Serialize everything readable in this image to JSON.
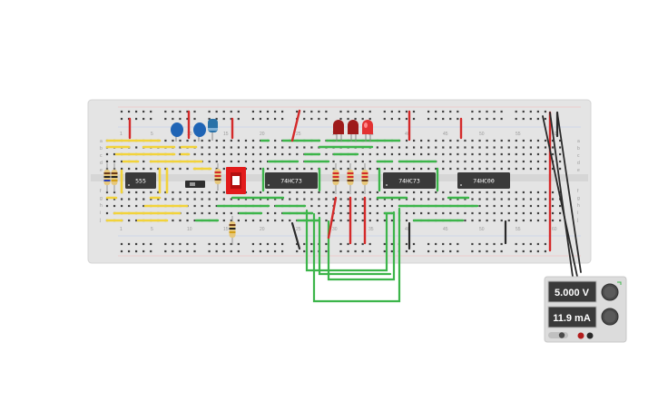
{
  "breadboard": {
    "row_letters_top": [
      "a",
      "b",
      "c",
      "d",
      "e"
    ],
    "row_letters_bottom": [
      "f",
      "g",
      "h",
      "i",
      "j"
    ],
    "column_numbers": [
      "1",
      "5",
      "10",
      "15",
      "20",
      "25",
      "30",
      "35",
      "40",
      "45",
      "50",
      "55",
      "60"
    ]
  },
  "chips": [
    {
      "id": "chip-555",
      "label": "555"
    },
    {
      "id": "chip-74hc73-a",
      "label": "74HC73"
    },
    {
      "id": "chip-74hc73-b",
      "label": "74HC73"
    },
    {
      "id": "chip-74hc00",
      "label": "74HC00"
    }
  ],
  "power_supply": {
    "voltage": "5.000 V",
    "current": "11.9 mA"
  },
  "colors": {
    "board": "#e4e4e4",
    "wire_green": "#3cb54a",
    "wire_red": "#d42a2a",
    "wire_black": "#2a2a2a",
    "jumper_yellow": "#f2d33a",
    "led_red": "#b52020",
    "capacitor_blue": "#1f64b5",
    "chip_body": "#3a3a3a",
    "dip_switch": "#e21b1b"
  }
}
